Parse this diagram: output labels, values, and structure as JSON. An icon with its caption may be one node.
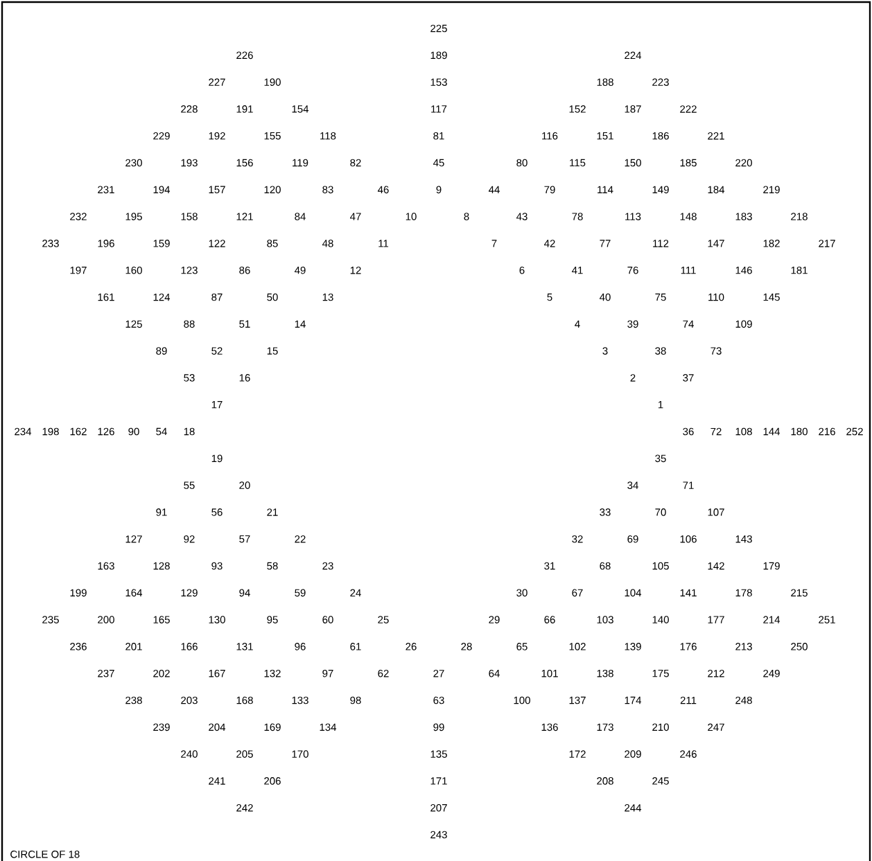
{
  "diagram": {
    "labels": [
      "225",
      "226",
      "189",
      "224",
      "227",
      "190",
      "153",
      "188",
      "223",
      "228",
      "191",
      "154",
      "117",
      "152",
      "187",
      "222",
      "229",
      "192",
      "155",
      "118",
      "81",
      "116",
      "151",
      "186",
      "221",
      "230",
      "193",
      "156",
      "119",
      "82",
      "45",
      "80",
      "115",
      "150",
      "185",
      "220",
      "231",
      "194",
      "157",
      "120",
      "83",
      "46",
      "9",
      "44",
      "79",
      "114",
      "149",
      "184",
      "219",
      "232",
      "195",
      "158",
      "121",
      "84",
      "47",
      "10",
      "8",
      "43",
      "78",
      "113",
      "148",
      "183",
      "218",
      "233",
      "196",
      "159",
      "122",
      "85",
      "48",
      "11",
      "7",
      "42",
      "77",
      "112",
      "147",
      "182",
      "217",
      "197",
      "160",
      "123",
      "86",
      "49",
      "12",
      "6",
      "41",
      "76",
      "111",
      "146",
      "181",
      "161",
      "124",
      "87",
      "50",
      "13",
      "5",
      "40",
      "75",
      "110",
      "145",
      "125",
      "88",
      "51",
      "14",
      "4",
      "39",
      "74",
      "109",
      "89",
      "52",
      "15",
      "3",
      "38",
      "73",
      "53",
      "16",
      "2",
      "37",
      "17",
      "1",
      "234",
      "198",
      "162",
      "126",
      "90",
      "54",
      "18",
      "36",
      "72",
      "108",
      "144",
      "180",
      "216",
      "252",
      "19",
      "35",
      "55",
      "20",
      "34",
      "71",
      "91",
      "56",
      "21",
      "33",
      "70",
      "107",
      "127",
      "92",
      "57",
      "22",
      "32",
      "69",
      "106",
      "143",
      "163",
      "128",
      "93",
      "58",
      "23",
      "31",
      "68",
      "105",
      "142",
      "179",
      "199",
      "164",
      "129",
      "94",
      "59",
      "24",
      "30",
      "67",
      "104",
      "141",
      "178",
      "215",
      "235",
      "200",
      "165",
      "130",
      "95",
      "60",
      "25",
      "29",
      "66",
      "103",
      "140",
      "177",
      "214",
      "251",
      "236",
      "201",
      "166",
      "131",
      "96",
      "61",
      "26",
      "28",
      "65",
      "102",
      "139",
      "176",
      "213",
      "250",
      "237",
      "202",
      "167",
      "132",
      "97",
      "62",
      "27",
      "64",
      "101",
      "138",
      "175",
      "212",
      "249",
      "238",
      "203",
      "168",
      "133",
      "98",
      "63",
      "100",
      "137",
      "174",
      "211",
      "248",
      "239",
      "204",
      "169",
      "134",
      "99",
      "136",
      "173",
      "210",
      "247",
      "240",
      "205",
      "170",
      "135",
      "172",
      "209",
      "246",
      "241",
      "206",
      "171",
      "208",
      "245",
      "242",
      "207",
      "244",
      "243",
      "CIRCLE OF 18"
    ]
  }
}
